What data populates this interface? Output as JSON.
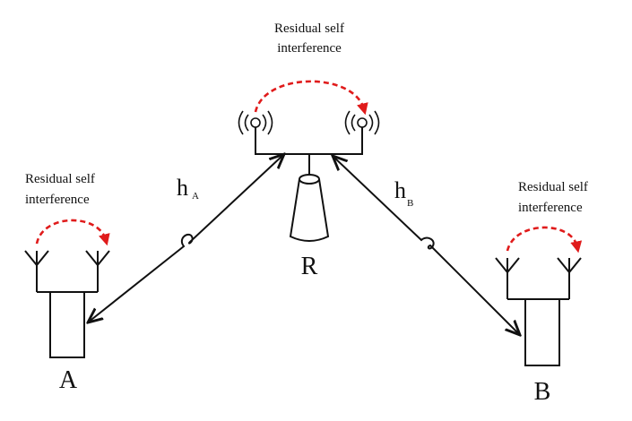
{
  "nodes": {
    "a": "A",
    "b": "B",
    "r": "R"
  },
  "annotation": {
    "line1": "Residual self",
    "line2": "interference"
  },
  "channels": {
    "h_a_main": "h",
    "h_a_sub": "A",
    "h_b_main": "h",
    "h_b_sub": "B"
  },
  "colors": {
    "arc": "#e01b1b",
    "ink": "#111111"
  }
}
